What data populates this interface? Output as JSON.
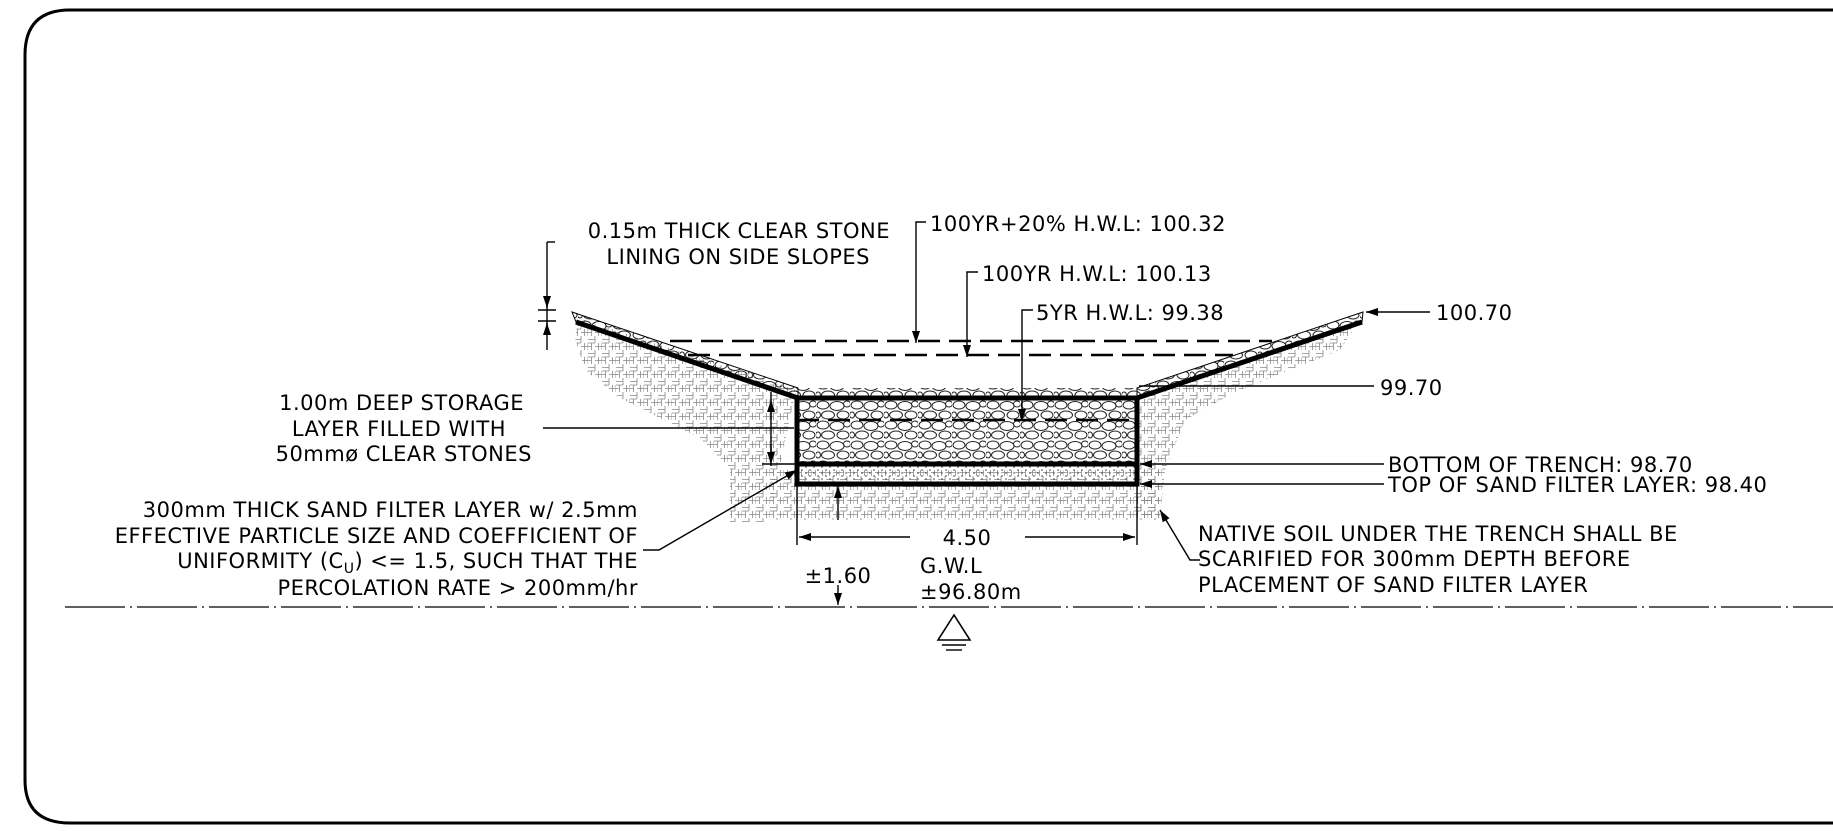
{
  "notes": {
    "lining_1": "0.15m THICK CLEAR STONE",
    "lining_2": "LINING ON SIDE SLOPES",
    "hwl_100yr20": "100YR+20% H.W.L: 100.32",
    "hwl_100yr": "100YR H.W.L: 100.13",
    "hwl_5yr": "5YR H.W.L: 99.38",
    "top_elev": "100.70",
    "rim_elev": "99.70",
    "storage_1": "1.00m DEEP STORAGE",
    "storage_2": "LAYER FILLED WITH",
    "storage_3": "50mmø CLEAR STONES",
    "bottom_trench": "BOTTOM OF TRENCH: 98.70",
    "top_sand": "TOP OF SAND FILTER LAYER: 98.40",
    "sand_1": "300mm THICK SAND FILTER LAYER w/ 2.5mm",
    "sand_2": "EFFECTIVE PARTICLE SIZE AND COEFFICIENT OF",
    "sand_3a": "UNIFORMITY (C",
    "sand_3_sub": "U",
    "sand_3b": ") <= 1.5, SUCH THAT THE",
    "sand_4": "PERCOLATION RATE > 200mm/hr",
    "width_dim": "4.50",
    "depth_dim": "±1.60",
    "gwl_label": "G.W.L",
    "gwl_elev": "±96.80m",
    "native_1": "NATIVE SOIL UNDER THE TRENCH SHALL BE",
    "native_2": "SCARIFIED FOR 300mm DEPTH BEFORE",
    "native_3": "PLACEMENT OF SAND FILTER LAYER"
  }
}
